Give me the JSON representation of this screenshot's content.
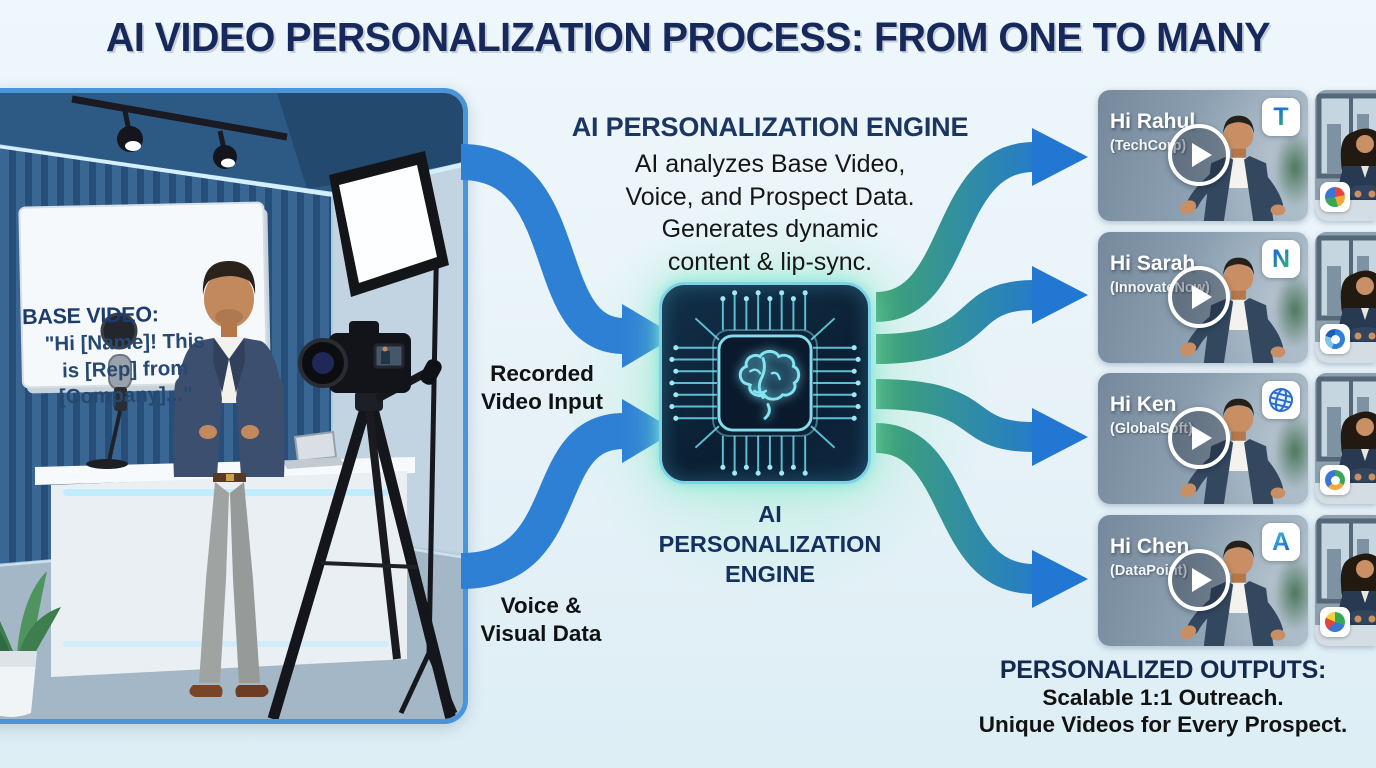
{
  "title": "AI VIDEO PERSONALIZATION PROCESS: FROM ONE TO MANY",
  "studio_panel": {
    "board_heading": "BASE VIDEO:",
    "board_quote": "\"Hi [Name]! This\nis [Rep] from\n[Company]...\""
  },
  "engine": {
    "heading": "AI PERSONALIZATION ENGINE",
    "description": "AI analyzes Base Video,\nVoice, and Prospect Data.\nGenerates dynamic\ncontent & lip-sync.",
    "chip_label": "AI\nPERSONALIZATION\nENGINE",
    "chip_icon": "brain-chip-icon"
  },
  "input_labels": {
    "top": "Recorded\nVideo Input",
    "bottom": "Voice &\nVisual Data"
  },
  "outputs": {
    "heading": "PERSONALIZED OUTPUTS:",
    "subline1": "Scalable 1:1 Outreach.",
    "subline2": "Unique Videos for Every Prospect.",
    "videos": [
      {
        "greeting": "Hi Rahul",
        "company": "(TechCorp)",
        "logo_letter": "T",
        "logo_icon": "techcorp-logo-icon"
      },
      {
        "greeting": "Hi Sarah",
        "company": "(InnovateNow)",
        "logo_letter": "N",
        "logo_icon": "innovatenow-logo-icon"
      },
      {
        "greeting": "Hi Ken",
        "company": "(GlobalSoft)",
        "logo_letter": "",
        "logo_icon": "globalsoft-globe-icon"
      },
      {
        "greeting": "Hi Chen",
        "company": "(DataPoint)",
        "logo_letter": "A",
        "logo_icon": "datapoint-logo-icon"
      }
    ]
  },
  "colors": {
    "title_text": "#17295a",
    "input_arrow_blue": "#2e80d4",
    "output_arrow_green": "#3fa374",
    "output_arrow_blue": "#2277d2",
    "panel_border": "#4a94d8",
    "chip_glow": "#8ce6c8",
    "background": "#e7f2f8"
  }
}
